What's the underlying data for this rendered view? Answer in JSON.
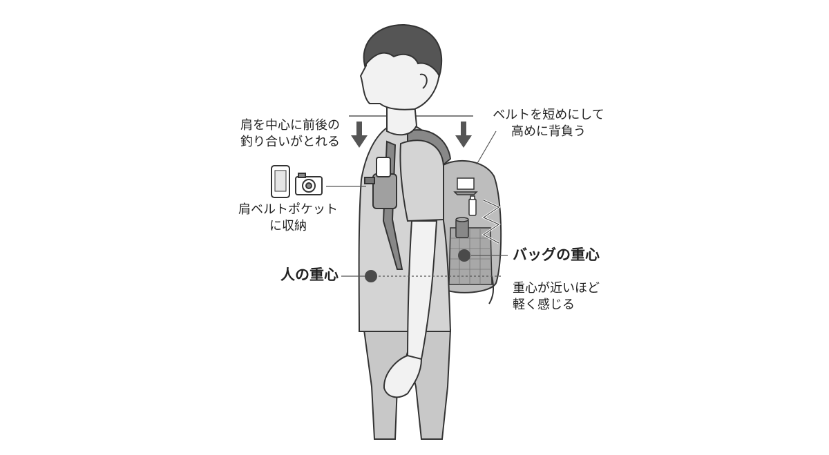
{
  "labels": {
    "shoulder_balance": "肩を中心に前後の\n釣り合いがとれる",
    "shorten_belt": "ベルトを短めにして\n高めに背負う",
    "shoulder_pocket": "肩ベルトポケット\nに収納",
    "body_center": "人の重心",
    "bag_center": "バッグの重心",
    "closer_lighter": "重心が近いほど\n軽く感じる"
  },
  "icons": [
    "smartphone-icon",
    "camera-icon",
    "arrow-down-icon",
    "laptop-icon",
    "bottle-icon",
    "tumbler-icon"
  ],
  "colors": {
    "ink": "#333333",
    "shirt": "#d4d4d4",
    "pants": "#c8c8c8",
    "bag": "#bdbdbd",
    "hair": "#555555",
    "dot": "#4a4a4a"
  }
}
